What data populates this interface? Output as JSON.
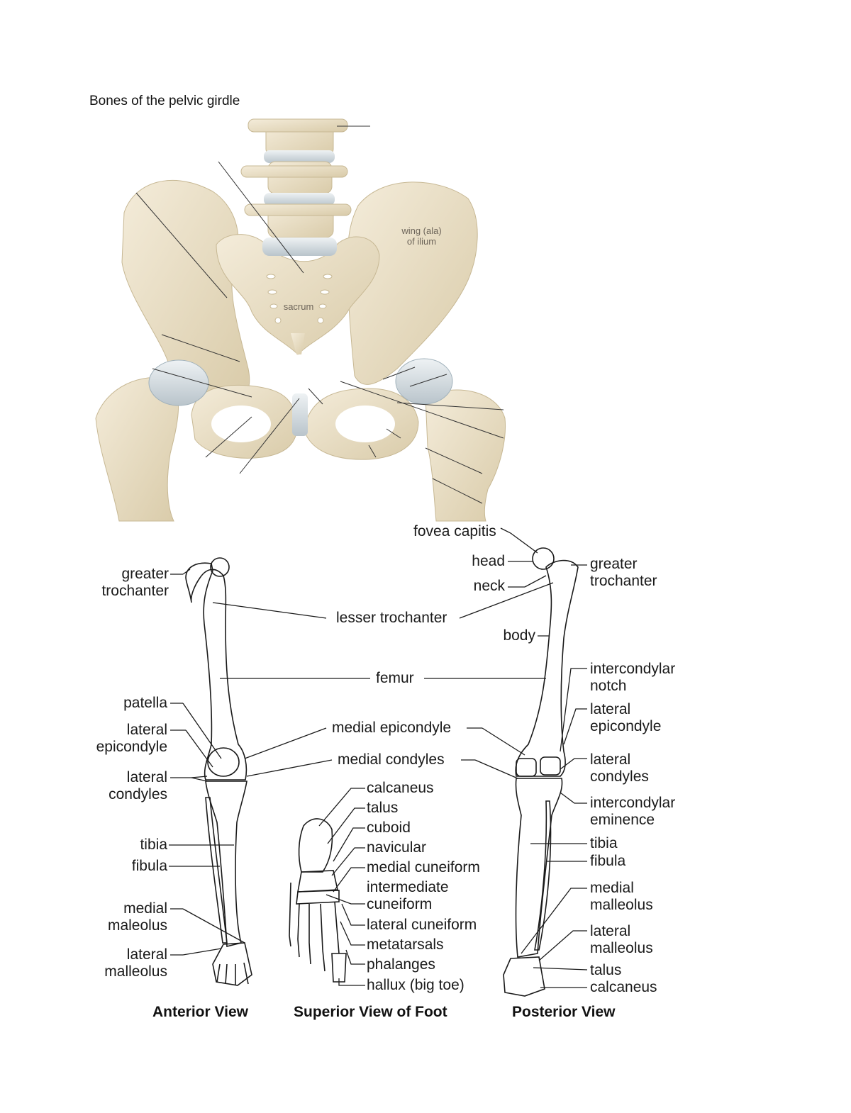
{
  "pelvis": {
    "title": "Bones of the pelvic girdle",
    "wing_label": [
      "wing (ala)",
      "of ilium"
    ],
    "sacrum_label": "sacrum"
  },
  "anterior": {
    "caption": "Anterior View",
    "greater_trochanter": [
      "greater",
      "trochanter"
    ],
    "patella": "patella",
    "lateral_epicondyle": [
      "lateral",
      "epicondyle"
    ],
    "lateral_condyles": [
      "lateral",
      "condyles"
    ],
    "tibia": "tibia",
    "fibula": "fibula",
    "medial_maleolus": [
      "medial",
      "maleolus"
    ],
    "lateral_malleolus": [
      "lateral",
      "malleolus"
    ]
  },
  "middle": {
    "lesser_trochanter": "lesser trochanter",
    "femur": "femur",
    "medial_epicondyle": "medial epicondyle",
    "medial_condyles": "medial condyles"
  },
  "foot": {
    "caption": "Superior View of Foot",
    "labels": [
      "calcaneus",
      "talus",
      "cuboid",
      "navicular",
      "medial cuneiform",
      "intermediate",
      "cuneiform",
      "lateral cuneiform",
      "metatarsals",
      "phalanges",
      "hallux (big toe)"
    ]
  },
  "posterior": {
    "caption": "Posterior View",
    "fovea_capitis": "fovea capitis",
    "head": "head",
    "neck": "neck",
    "body": "body",
    "greater_trochanter": [
      "greater",
      "trochanter"
    ],
    "intercondylar_notch": [
      "intercondylar",
      "notch"
    ],
    "lateral_epicondyle": [
      "lateral",
      "epicondyle"
    ],
    "lateral_condyles": [
      "lateral",
      "condyles"
    ],
    "intercondylar_eminence": [
      "intercondylar",
      "eminence"
    ],
    "tibia": "tibia",
    "fibula": "fibula",
    "medial_malleolus": [
      "medial",
      "malleolus"
    ],
    "lateral_malleolus": [
      "lateral",
      "malleolus"
    ],
    "talus": "talus",
    "calcaneus": "calcaneus"
  },
  "colors": {
    "bone": "#ede3cc",
    "bone_shadow": "#d6c8a8",
    "cartilage": "#c9d3d8",
    "line": "#1a1a1a"
  }
}
